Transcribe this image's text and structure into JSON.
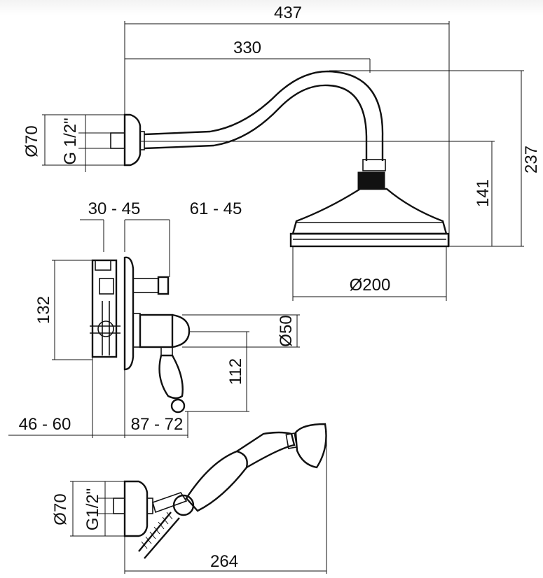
{
  "dimensions": {
    "overall_width": "437",
    "arm_length": "330",
    "total_height": "237",
    "arm_to_head": "141",
    "head_diameter": "Ø200",
    "flange_diameter_top": "Ø70",
    "thread_top": "G 1/2\"",
    "depth_range_a": "30 - 45",
    "depth_range_b": "61 - 45",
    "valve_height": "132",
    "handle_diameter": "Ø50",
    "lever_length": "112",
    "wall_range_a": "46 - 60",
    "wall_range_b": "87 - 72",
    "flange_diameter_bottom": "Ø70",
    "thread_bottom": "G1/2\"",
    "hand_shower_length": "264"
  }
}
